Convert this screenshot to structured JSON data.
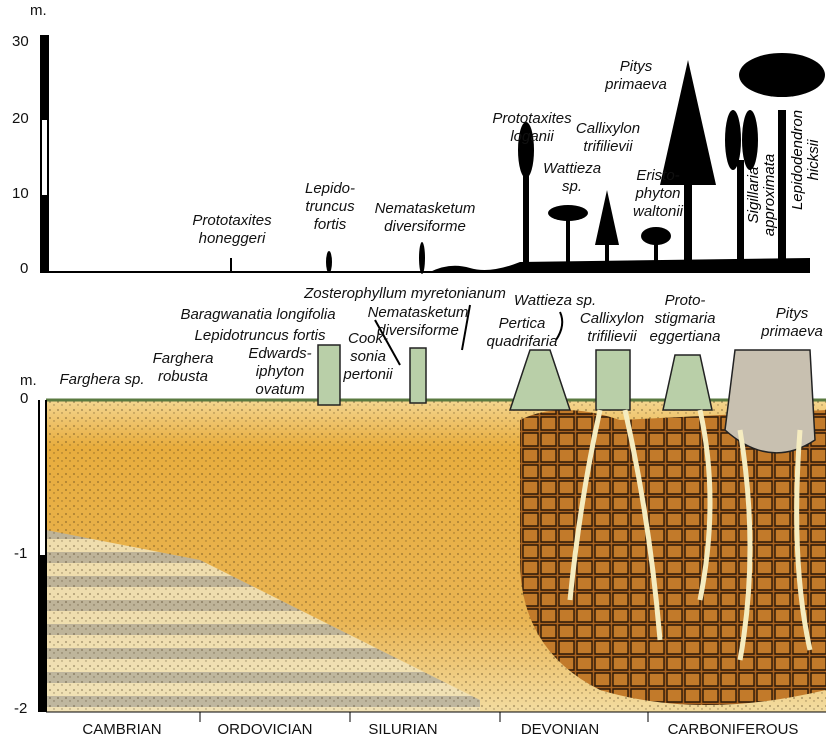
{
  "upper_scale": {
    "unit": "m.",
    "ticks": [
      "30",
      "20",
      "10",
      "0"
    ]
  },
  "lower_scale": {
    "unit": "m.",
    "ticks": [
      "0",
      "-1",
      "-2"
    ]
  },
  "periods": [
    "CAMBRIAN",
    "ORDOVICIAN",
    "SILURIAN",
    "DEVONIAN",
    "CARBONIFEROUS"
  ],
  "upper_labels": {
    "prototaxites_honeggeri": [
      "Prototaxites",
      "honeggeri"
    ],
    "lepidotruncus_fortis": [
      "Lepido-",
      "truncus",
      "fortis"
    ],
    "nematasketum": [
      "Nematasketum",
      "diversiforme"
    ],
    "prototaxites_loganii": [
      "Prototaxites",
      "loganii"
    ],
    "wattieza": [
      "Wattieza",
      "sp."
    ],
    "callixylon": [
      "Callixylon",
      "trifilievii"
    ],
    "eristophyton": [
      "Eristo-",
      "phyton",
      "waltonii"
    ],
    "pitys": [
      "Pitys",
      "primaeva"
    ],
    "sigillaria": [
      "Sigillaria",
      "approximata"
    ],
    "lepidodendron": [
      "Lepidodendron",
      "hicksii"
    ]
  },
  "lower_labels": {
    "farghera_sp": "Farghera sp.",
    "farghera_robusta": [
      "Farghera",
      "robusta"
    ],
    "edwardsiphyton": [
      "Edwards-",
      "iphyton",
      "ovatum"
    ],
    "lepidotruncus": "Lepidotruncus fortis",
    "baragwanatia": "Baragwanatia longifolia",
    "cooksonia": [
      "Cook-",
      "sonia",
      "pertonii"
    ],
    "zosterophyllum": "Zosterophyllum myretonianum",
    "nematasketum": [
      "Nematasketum",
      "diversiforme"
    ],
    "wattieza": "Wattieza sp.",
    "pertica": [
      "Pertica",
      "quadrifaria"
    ],
    "callixylon": [
      "Callixylon",
      "trifilievii"
    ],
    "protostigmaria": [
      "Proto-",
      "stigmaria",
      "eggertiana"
    ],
    "pitys": [
      "Pitys",
      "primaeva"
    ]
  },
  "colors": {
    "soil": "#e3a63a",
    "soil_light": "#f3dca0",
    "sediment": "#b9b3a0",
    "root_mass": "#9a5a1c",
    "stump": "#b9cfa8",
    "silhouette": "#000000"
  }
}
